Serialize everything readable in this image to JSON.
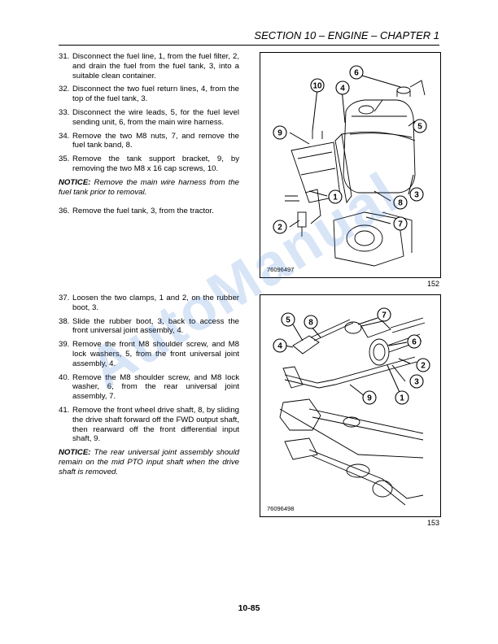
{
  "header": {
    "title": "SECTION 10 – ENGINE – CHAPTER 1"
  },
  "steps_top": [
    {
      "num": "31.",
      "text": "Disconnect the fuel line, 1, from the fuel filter, 2, and drain the fuel from the fuel tank, 3, into a suitable clean container."
    },
    {
      "num": "32.",
      "text": "Disconnect the two fuel return lines, 4, from the top of the fuel tank, 3."
    },
    {
      "num": "33.",
      "text": "Disconnect the wire leads, 5, for the fuel level sending unit, 6, from the main wire harness."
    },
    {
      "num": "34.",
      "text": "Remove the two M8 nuts, 7, and remove the fuel tank band, 8."
    },
    {
      "num": "35.",
      "text": "Remove the tank support bracket, 9, by removing the two M8 x 16 cap screws, 10."
    }
  ],
  "notice_top": {
    "label": "NOTICE:",
    "text": "Remove the main wire harness from the fuel tank prior to removal."
  },
  "step_36": {
    "num": "36.",
    "text": "Remove the fuel tank, 3, from the tractor."
  },
  "steps_bottom": [
    {
      "num": "37.",
      "text": "Loosen the two clamps, 1 and 2, on the rubber boot, 3."
    },
    {
      "num": "38.",
      "text": "Slide the rubber boot, 3, back to access the front universal joint assembly, 4."
    },
    {
      "num": "39.",
      "text": "Remove the front M8 shoulder screw, and M8 lock washers, 5, from the front universal joint assembly, 4."
    },
    {
      "num": "40.",
      "text": "Remove the M8 shoulder screw, and M8 lock washer, 6, from the rear universal joint assembly, 7."
    },
    {
      "num": "41.",
      "text": "Remove the front wheel drive shaft, 8, by sliding the drive shaft forward off the FWD output shaft, then rearward off the front differential input shaft, 9."
    }
  ],
  "notice_bottom": {
    "label": "NOTICE:",
    "text": "The rear universal joint assembly should remain on the mid PTO input shaft when the drive shaft is removed."
  },
  "figure_152": {
    "id": "76096497",
    "number": "152",
    "callouts": [
      "6",
      "10",
      "4",
      "5",
      "9",
      "1",
      "8",
      "3",
      "2",
      "7"
    ]
  },
  "figure_153": {
    "id": "76096498",
    "number": "153",
    "callouts": [
      "5",
      "8",
      "7",
      "4",
      "6",
      "2",
      "3",
      "9",
      "1"
    ]
  },
  "watermark": "AutoManual",
  "page_number": "10-85"
}
